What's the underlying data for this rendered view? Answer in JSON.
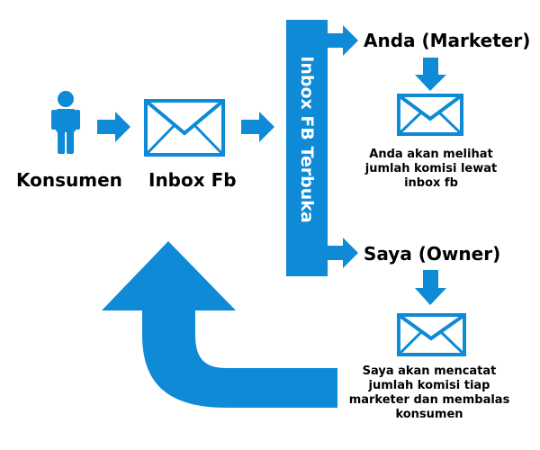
{
  "colors": {
    "blue": "#0e8ad6",
    "envelope_fill": "#ffffff"
  },
  "nodes": {
    "consumer": "Konsumen",
    "inbox": "Inbox Fb",
    "open_inbox": "Inbox FB Terbuka",
    "marketer": "Anda (Marketer)",
    "owner": "Saya (Owner)"
  },
  "captions": {
    "marketer": "Anda akan melihat jumlah komisi lewat inbox fb",
    "owner": "Saya akan mencatat jumlah komisi tiap marketer dan membalas konsumen"
  },
  "icons": [
    "person-icon",
    "envelope-icon"
  ]
}
